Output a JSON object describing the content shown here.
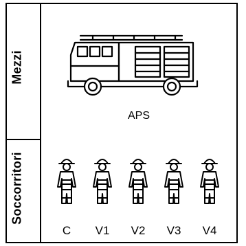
{
  "side_labels": {
    "top": "Mezzi",
    "bottom": "Soccorritori"
  },
  "vehicle": {
    "icon": "fire-truck-icon",
    "label": "APS"
  },
  "crew": [
    {
      "label": "C"
    },
    {
      "label": "V1"
    },
    {
      "label": "V2"
    },
    {
      "label": "V3"
    },
    {
      "label": "V4"
    }
  ]
}
